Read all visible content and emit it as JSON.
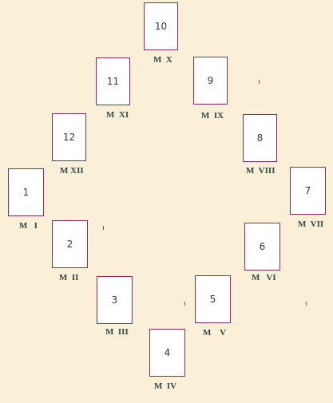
{
  "cards": [
    {
      "number": "10",
      "label": "M  X"
    },
    {
      "number": "11",
      "label": "M  XI"
    },
    {
      "number": "9",
      "label": "M  IX"
    },
    {
      "number": "12",
      "label": "M XII"
    },
    {
      "number": "8",
      "label": "M  VIII"
    },
    {
      "number": "1",
      "label": "M   I"
    },
    {
      "number": "7",
      "label": "M  VII"
    },
    {
      "number": "2",
      "label": "M  II"
    },
    {
      "number": "6",
      "label": "M   VI"
    },
    {
      "number": "3",
      "label": "M  III"
    },
    {
      "number": "5",
      "label": "M    V"
    },
    {
      "number": "4",
      "label": "M  IV"
    }
  ],
  "colors": {
    "background": "#faf0d7",
    "card_border": "#8b2a5c",
    "label": "#2f4a48",
    "marker": "#c83a3a"
  }
}
